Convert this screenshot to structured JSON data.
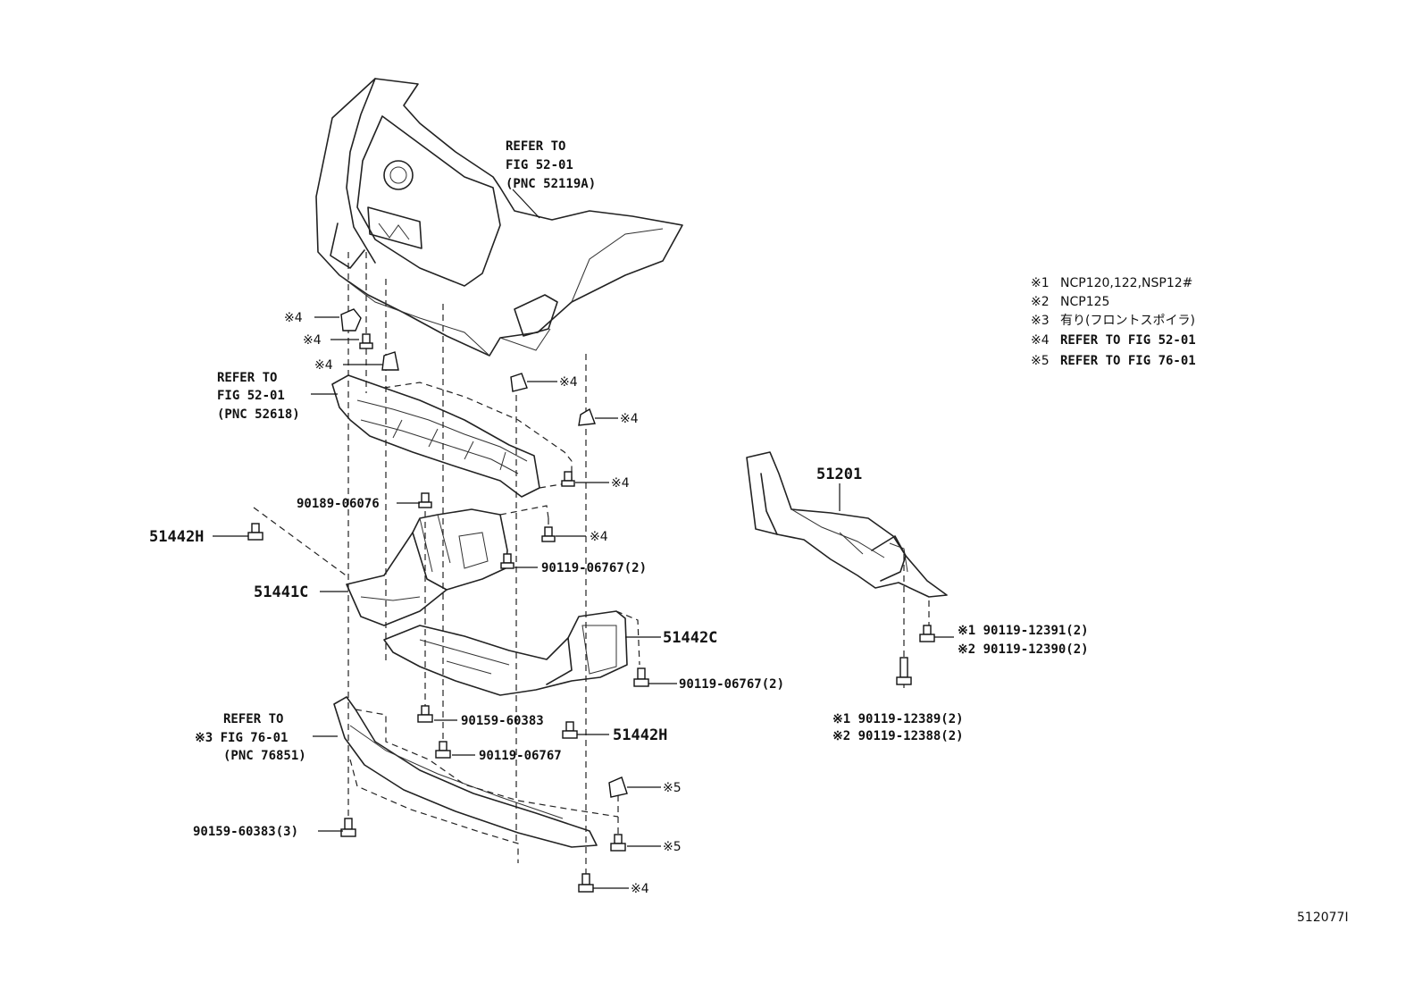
{
  "callouts": {
    "refer_bumper": [
      "REFER TO",
      "FIG 52-01",
      "(PNC 52119A)"
    ],
    "refer_retainer": [
      "REFER TO",
      "FIG 52-01",
      "(PNC 52618)"
    ],
    "refer_spoiler": [
      "REFER TO",
      "※3 FIG 76-01",
      "(PNC 76851)"
    ],
    "mark4": "※4",
    "mark5": "※5"
  },
  "parts": {
    "p51442H_left": "51442H",
    "p51441C": "51441C",
    "p51442C": "51442C",
    "p51442H_right": "51442H",
    "p51201": "51201",
    "b90189": "90189-06076",
    "b90119_06767_2a": "90119-06767(2)",
    "b90119_06767_2b": "90119-06767(2)",
    "b90159_60383": "90159-60383",
    "b90119_06767": "90119-06767",
    "b90159_60383_3": "90159-60383(3)",
    "b12391": "※1 90119-12391(2)",
    "b12390": "※2 90119-12390(2)",
    "b12389": "※1 90119-12389(2)",
    "b12388": "※2 90119-12388(2)"
  },
  "notes": [
    {
      "mark": "※1",
      "text": "NCP120,122,NSP12#"
    },
    {
      "mark": "※2",
      "text": "NCP125"
    },
    {
      "mark": "※3",
      "text": "有り(フロントスポイラ)"
    },
    {
      "mark": "※4",
      "text": "REFER TO FIG 52-01"
    },
    {
      "mark": "※5",
      "text": "REFER TO FIG 76-01"
    }
  ],
  "figure_id": "512077I"
}
